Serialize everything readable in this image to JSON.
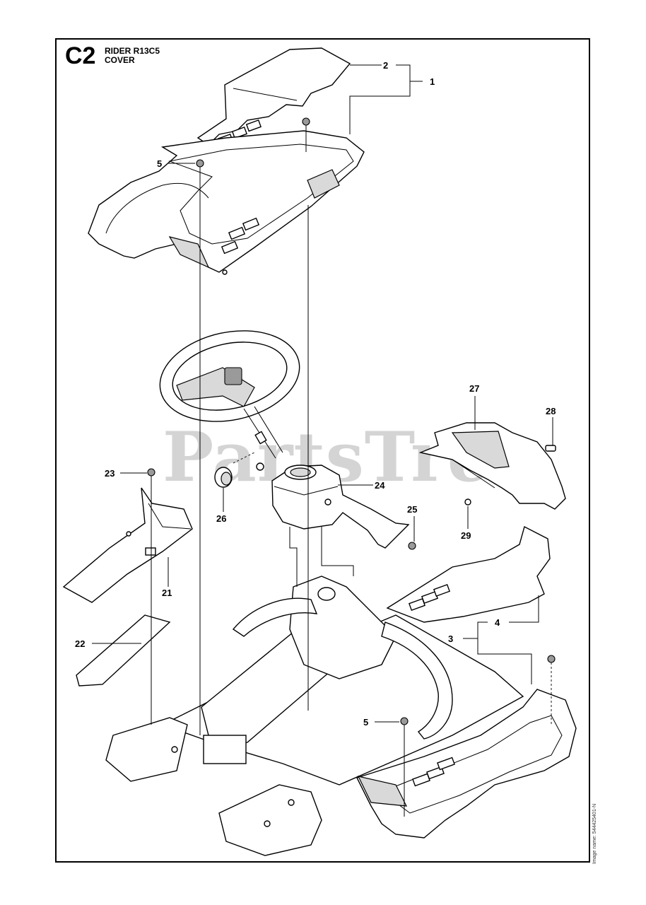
{
  "header": {
    "code": "C2",
    "model": "RIDER R13C5",
    "section": "COVER"
  },
  "watermark": "PartsTree",
  "image_name": "Image name: 544425401-N",
  "callouts": {
    "c1": "1",
    "c2": "2",
    "c3": "3",
    "c4": "4",
    "c5a": "5",
    "c5b": "5",
    "c21": "21",
    "c22": "22",
    "c23": "23",
    "c24": "24",
    "c25": "25",
    "c26": "26",
    "c27": "27",
    "c28": "28",
    "c29": "29"
  }
}
